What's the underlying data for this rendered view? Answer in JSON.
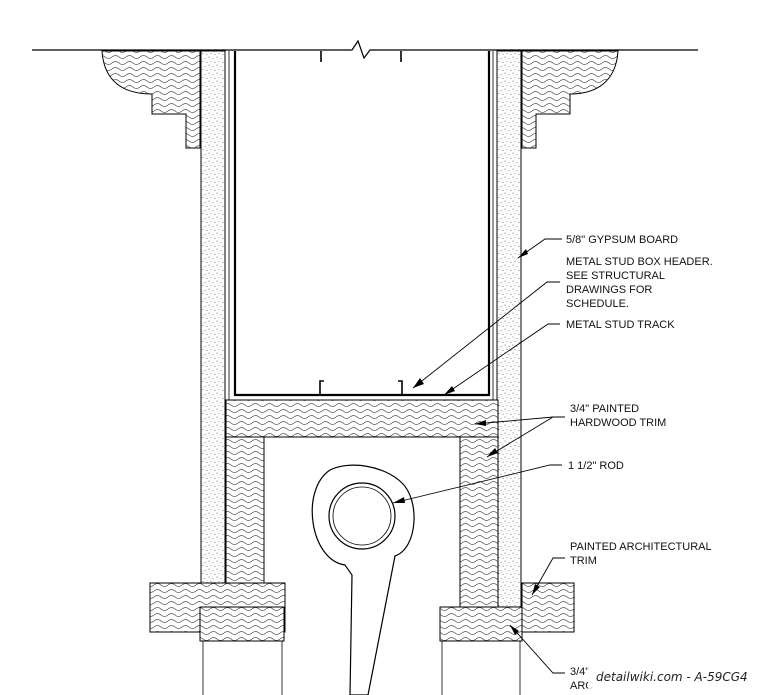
{
  "labels": {
    "gypsum": "5/8\" GYPSUM BOARD",
    "header_l1": "METAL STUD BOX HEADER.",
    "header_l2": "SEE STRUCTURAL",
    "header_l3": "DRAWINGS FOR",
    "header_l4": "SCHEDULE.",
    "track": "METAL STUD TRACK",
    "hardwood_l1": "3/4\" PAINTED",
    "hardwood_l2": "HARDWOOD TRIM",
    "rod": "1 1/2\" ROD",
    "arch_l1": "PAINTED ARCHITECTURAL",
    "arch_l2": "TRIM",
    "cut_l1": "3/4\"",
    "cut_l2": "ARC"
  },
  "watermark": "detailwiki.com - A-59CG4"
}
